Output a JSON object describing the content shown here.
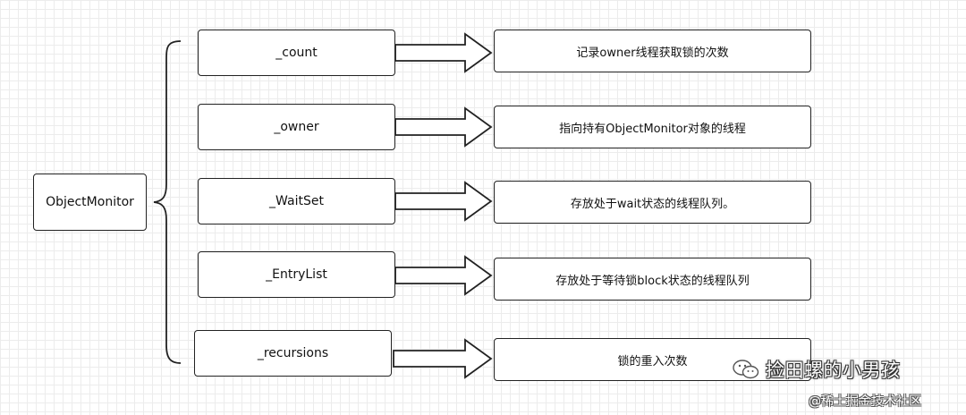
{
  "root": {
    "label": "ObjectMonitor"
  },
  "fields": [
    {
      "name": "_count",
      "description": "记录owner线程获取锁的次数"
    },
    {
      "name": "_owner",
      "description": "指向持有ObjectMonitor对象的线程"
    },
    {
      "name": "_WaitSet",
      "description": "存放处于wait状态的线程队列。"
    },
    {
      "name": "_EntryList",
      "description": "存放处于等待锁block状态的线程队列"
    },
    {
      "name": "_recursions",
      "description": "锁的重入次数"
    }
  ],
  "watermark": {
    "title": "捡田螺的小男孩",
    "source": "@稀土掘金技术社区"
  },
  "colors": {
    "line": "#222222",
    "grid": "#ececec",
    "background": "#ffffff"
  }
}
